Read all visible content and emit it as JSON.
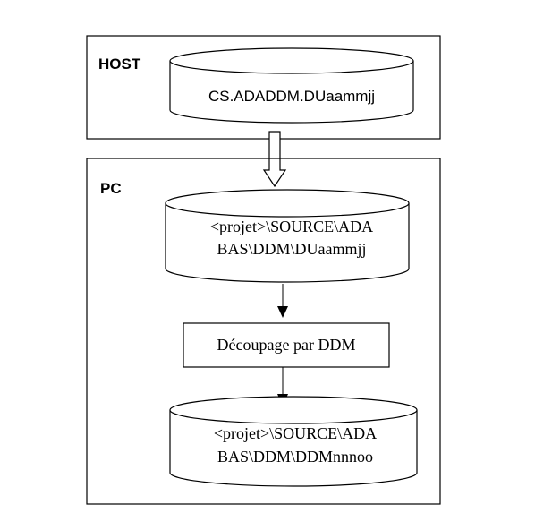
{
  "host_box": {
    "label": "HOST",
    "cylinder_text": "CS.ADADDM.DUaammjj"
  },
  "pc_box": {
    "label": "PC",
    "source_cylinder": {
      "line1": "<projet>\\SOURCE\\ADA",
      "line2": "BAS\\DDM\\DUaammjj"
    },
    "process_box": {
      "label": "Découpage par DDM"
    },
    "output_cylinder": {
      "line1": "<projet>\\SOURCE\\ADA",
      "line2": "BAS\\DDM\\DDMnnnoo"
    }
  },
  "colors": {
    "stroke": "#000000",
    "fill": "#ffffff",
    "text": "#000000"
  }
}
